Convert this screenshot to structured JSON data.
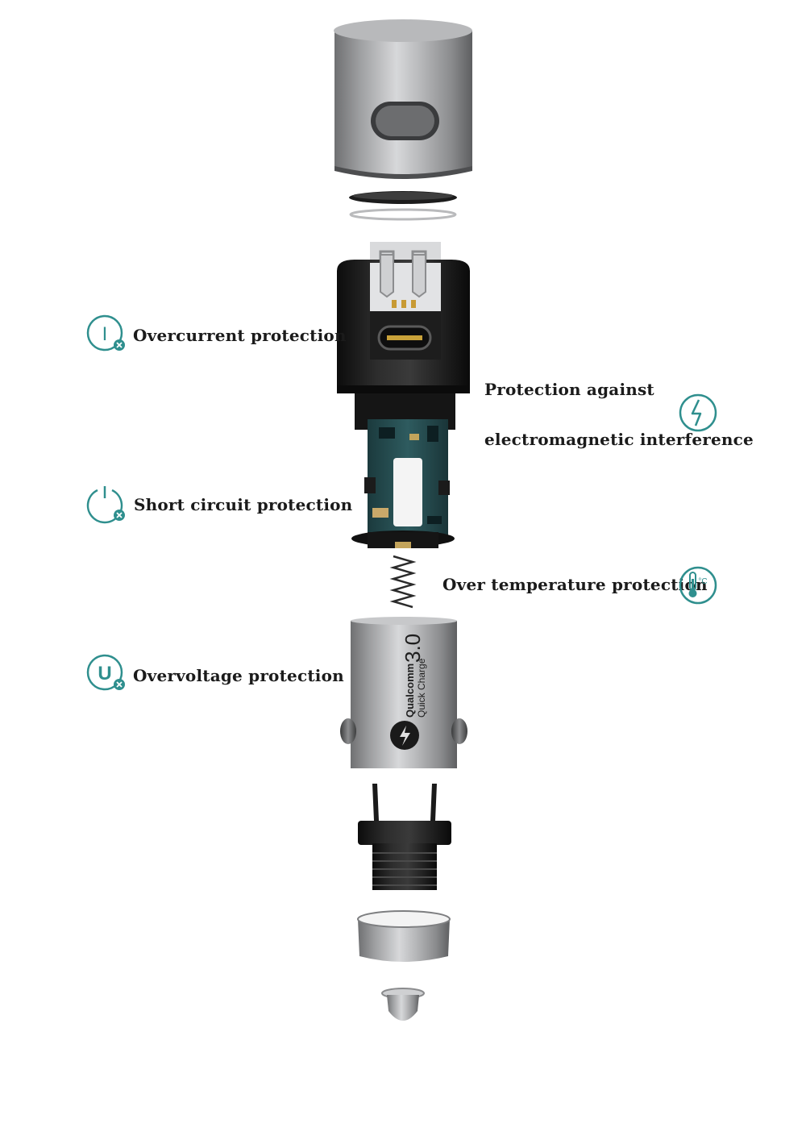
{
  "colors": {
    "accent": "#2f8f8e",
    "text": "#1b1b1b",
    "metal": "#a7a8aa",
    "black": "#1a1a1a",
    "pcb": "#244a4e"
  },
  "features": [
    {
      "id": "overcurrent",
      "label": "Overcurrent protection",
      "icon": "current-icon"
    },
    {
      "id": "short_circuit",
      "label": "Short circuit protection",
      "icon": "power-icon"
    },
    {
      "id": "overvoltage",
      "label": "Overvoltage protection",
      "icon": "voltage-icon"
    },
    {
      "id": "emi",
      "label_line1": "Protection against",
      "label_line2": "electromagnetic interference",
      "icon": "lightning-icon"
    },
    {
      "id": "temperature",
      "label": "Over temperature protection",
      "icon": "thermometer-icon",
      "icon_text": "°C"
    }
  ],
  "shell_text": {
    "brand": "Qualcomm",
    "reg": "®",
    "product": "Quick Charge",
    "tm": "™",
    "version": "3.0"
  }
}
